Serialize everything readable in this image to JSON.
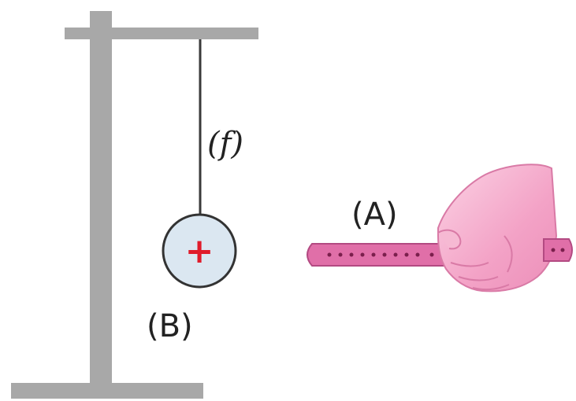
{
  "diagram": {
    "labels": {
      "thread": "(f)",
      "ball": "(B)",
      "rod": "(A)"
    },
    "ball_charge_symbol": "+",
    "colors": {
      "stand": "#a8a8a8",
      "thread": "#3a3a3a",
      "ball_fill": "#dbe7f1",
      "ball_outline": "#333333",
      "charge": "#e01b2a",
      "rod": "#e06fa8",
      "rod_dots": "#7a1f4c",
      "hand": "#f4a8c9",
      "hand_outline": "#d97aa6",
      "text": "#222222"
    }
  }
}
